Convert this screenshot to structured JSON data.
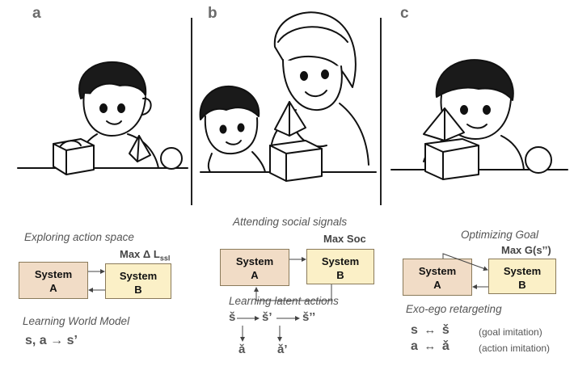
{
  "panels": {
    "a": {
      "letter": "a",
      "caption_top": "Exploring action space",
      "max_label_prefix": "Max Δ L",
      "max_label_sub": "ssl",
      "box_a": [
        "System",
        "A"
      ],
      "box_b": [
        "System",
        "B"
      ],
      "caption_bottom": "Learning World Model",
      "formula": "s, a → s’"
    },
    "b": {
      "letter": "b",
      "caption_top": "Attending social signals",
      "max_label": "Max Soc",
      "box_a": [
        "System",
        "A"
      ],
      "box_b": [
        "System",
        "B"
      ],
      "caption_bottom": "Learning latent actions",
      "seq_states": [
        "š",
        "š’",
        "š’’"
      ],
      "seq_actions": [
        "ǎ",
        "ǎ’"
      ]
    },
    "c": {
      "letter": "c",
      "caption_top": "Optimizing Goal",
      "max_label": "Max G(s’’)",
      "box_a": [
        "System",
        "A"
      ],
      "box_b": [
        "System",
        "B"
      ],
      "caption_bottom": "Exo-ego retargeting",
      "rows": [
        {
          "lhs": "s",
          "sym": "↔",
          "rhs": "š",
          "note": "(goal imitation)"
        },
        {
          "lhs": "a",
          "sym": "↔",
          "rhs": "ǎ",
          "note": "(action imitation)"
        }
      ]
    }
  },
  "colors": {
    "box_a_fill": "#f1dcc6",
    "box_b_fill": "#fbf0c7",
    "letter": "#6b6b6b"
  }
}
